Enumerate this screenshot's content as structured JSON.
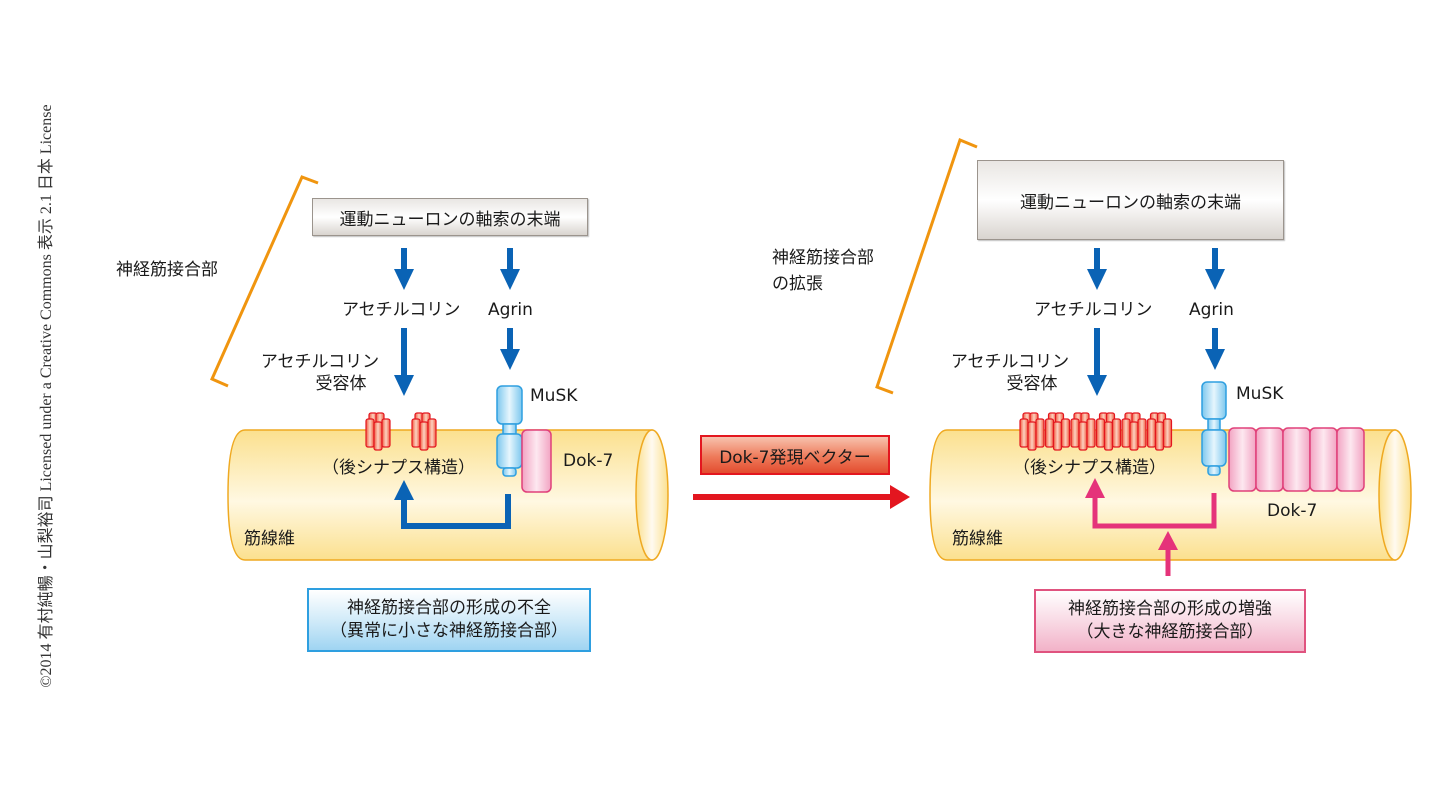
{
  "credit": "©2014 有村純暢・山梨裕司 Licensed under a Creative Commons 表示 2.1 日本 License",
  "colors": {
    "signal_arrow": "#0a63b5",
    "enhance_arrow": "#e5337a",
    "bracket": "#f0950f",
    "vector_arrow": "#e3161f",
    "muscle_fill": "#fde9a8",
    "muscle_stroke": "#efa921",
    "receptor": "#ee3b2a",
    "musk": "#8fd0f0",
    "dok7": "#f3a6c4"
  },
  "left_panel": {
    "bracket_label": "神経筋接合部",
    "axon_terminal": "運動ニューロンの軸索の末端",
    "acetylcholine": "アセチルコリン",
    "agrin": "Agrin",
    "receptor_label_line1": "アセチルコリン",
    "receptor_label_line2": "受容体",
    "musk": "MuSK",
    "dok7": "Dok-7",
    "postsynaptic": "（後シナプス構造）",
    "muscle_fiber": "筋線維",
    "receptor_clusters": 2,
    "dok7_units": 1,
    "result_line1": "神経筋接合部の形成の不全",
    "result_line2": "（異常に小さな神経筋接合部）"
  },
  "transition": {
    "vector_label": "Dok-7発現ベクター"
  },
  "right_panel": {
    "bracket_label_line1": "神経筋接合部",
    "bracket_label_line2": "の拡張",
    "axon_terminal": "運動ニューロンの軸索の末端",
    "acetylcholine": "アセチルコリン",
    "agrin": "Agrin",
    "receptor_label_line1": "アセチルコリン",
    "receptor_label_line2": "受容体",
    "musk": "MuSK",
    "dok7": "Dok-7",
    "postsynaptic": "（後シナプス構造）",
    "muscle_fiber": "筋線維",
    "receptor_clusters": 6,
    "dok7_units": 5,
    "result_line1": "神経筋接合部の形成の増強",
    "result_line2": "（大きな神経筋接合部）"
  }
}
